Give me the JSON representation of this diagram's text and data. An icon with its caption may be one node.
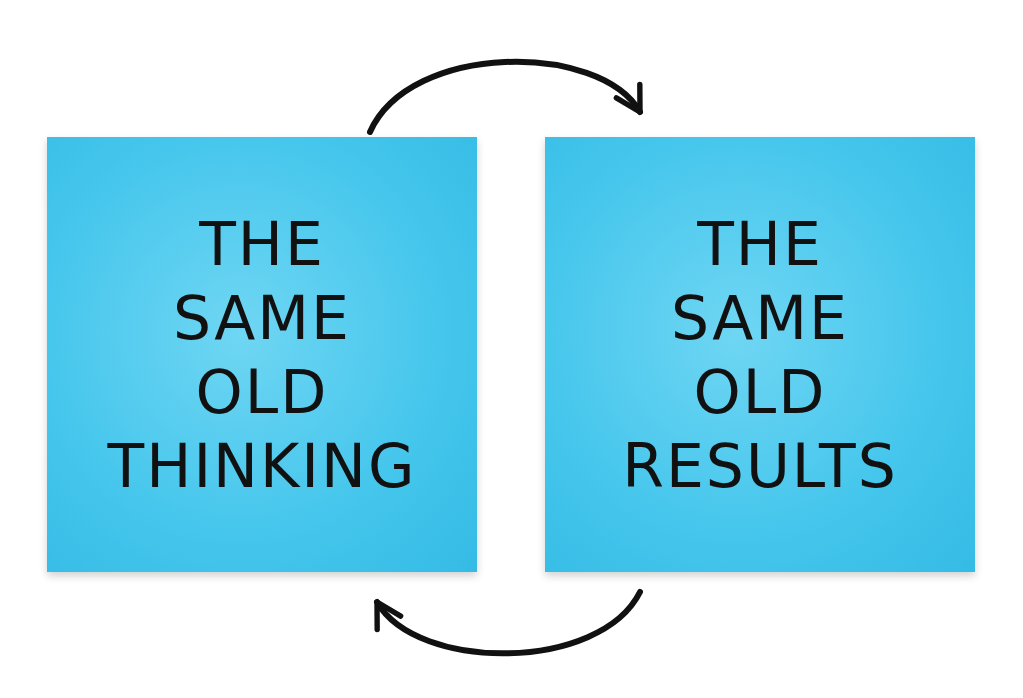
{
  "diagram": {
    "nodes": [
      {
        "text": [
          "THE SAME OLD THINKING"
        ]
      },
      {
        "text": [
          "THE SAME OLD RESULTS"
        ]
      }
    ],
    "edges": [
      {
        "from": 0,
        "to": 1,
        "arrow": "to"
      },
      {
        "from": 1,
        "to": 0,
        "arrow": "to"
      }
    ]
  }
}
